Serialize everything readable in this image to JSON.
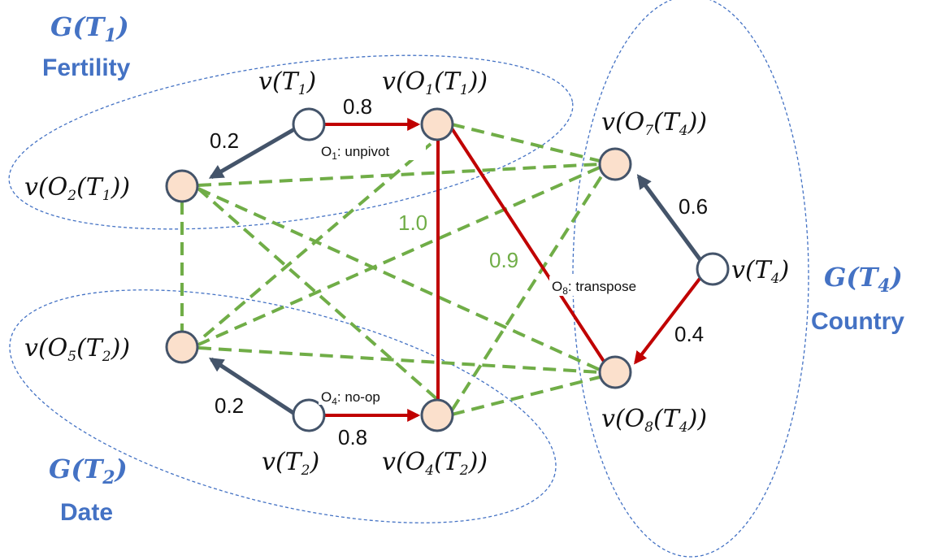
{
  "colors": {
    "group_outline": "#4472c4",
    "operator_edge": "#c00000",
    "schema_edge": "#44546a",
    "similarity_edge": "#70ad47",
    "table_node_fill": "#ffffff",
    "operator_node_fill": "#fbe0cc",
    "title": "#4472c4"
  },
  "groups": [
    {
      "id": "g1",
      "title_main": "G(T",
      "title_sub": "1",
      "title_end": ")",
      "name": "Fertility"
    },
    {
      "id": "g2",
      "title_main": "G(T",
      "title_sub": "2",
      "title_end": ")",
      "name": "Date"
    },
    {
      "id": "g4",
      "title_main": "G(T",
      "title_sub": "4",
      "title_end": ")",
      "name": "Country"
    }
  ],
  "nodes": {
    "vT1": {
      "pre": "v(T",
      "sub": "1",
      "post": ")"
    },
    "vO1T1": {
      "pre": "v(O",
      "sub": "1",
      "mid": "(T",
      "sub2": "1",
      "post": "))"
    },
    "vO2T1": {
      "pre": "v(O",
      "sub": "2",
      "mid": "(T",
      "sub2": "1",
      "post": "))"
    },
    "vO5T2": {
      "pre": "v(O",
      "sub": "5",
      "mid": "(T",
      "sub2": "2",
      "post": "))"
    },
    "vT2": {
      "pre": "v(T",
      "sub": "2",
      "post": ")"
    },
    "vO4T2": {
      "pre": "v(O",
      "sub": "4",
      "mid": "(T",
      "sub2": "2",
      "post": "))"
    },
    "vO7T4": {
      "pre": "v(O",
      "sub": "7",
      "mid": "(T",
      "sub2": "4",
      "post": "))"
    },
    "vT4": {
      "pre": "v(T",
      "sub": "4",
      "post": ")"
    },
    "vO8T4": {
      "pre": "v(O",
      "sub": "8",
      "mid": "(T",
      "sub2": "4",
      "post": "))"
    }
  },
  "edge_weights": {
    "t1_to_o1": "0.8",
    "t1_to_o2": "0.2",
    "t2_to_o4": "0.8",
    "t2_to_o5": "0.2",
    "t4_to_o7": "0.6",
    "t4_to_o8": "0.4",
    "sim_o1_o4": "1.0",
    "sim_o4_o7": "0.9"
  },
  "operators": {
    "o1": {
      "pre": "O",
      "sub": "1",
      "post": ": unpivot"
    },
    "o4": {
      "pre": "O",
      "sub": "4",
      "post": ": no-op"
    },
    "o8": {
      "pre": "O",
      "sub": "8",
      "post": ": transpose"
    }
  }
}
